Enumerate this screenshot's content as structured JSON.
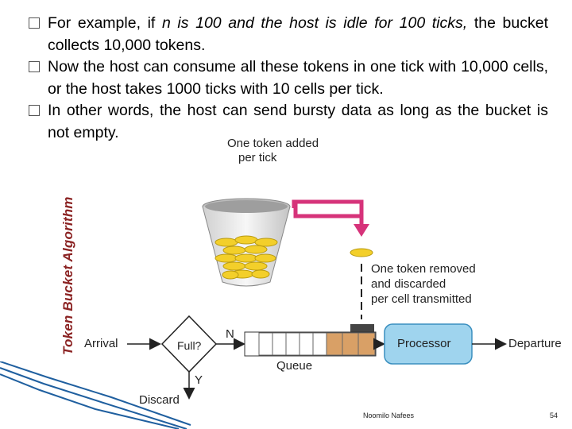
{
  "side_title": "Token Bucket Algorithm",
  "bullets": [
    {
      "pre": "For example, if ",
      "em": "n is 100 and the host is idle for 100 ticks,",
      "post": " the bucket collects 10,000 tokens."
    },
    {
      "pre": "Now the host can consume all these tokens in one tick with 10,000 cells, or the host takes 1000 ticks with 10 cells per tick.",
      "em": "",
      "post": ""
    },
    {
      "pre": "In other words, the host can send bursty data as long as the bucket is not empty.",
      "em": "",
      "post": ""
    }
  ],
  "diagram": {
    "token_added": [
      "One token added",
      "per tick"
    ],
    "token_removed": [
      "One token removed",
      "and discarded",
      "per cell transmitted"
    ],
    "arrival": "Arrival",
    "full": "Full?",
    "n": "N",
    "y": "Y",
    "queue": "Queue",
    "processor": "Processor",
    "departure": "Departure",
    "discard": "Discard"
  },
  "colors": {
    "title": "#8b2323",
    "arrow_pink": "#d6337a",
    "token": "#f3cf2a",
    "queue_cell": "#d9a066",
    "processor_fill": "#9fd4ee",
    "processor_stroke": "#3a8fbf",
    "corner_blue": "#1f5f9f"
  },
  "footer": {
    "author": "Noomilo Nafees",
    "page": "54"
  }
}
